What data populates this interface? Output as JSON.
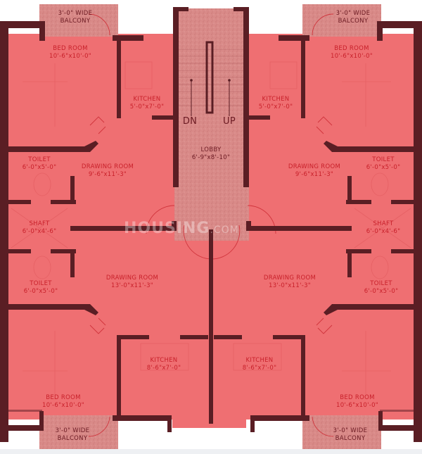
{
  "plan": {
    "colors": {
      "room_fill": "#ef6f72",
      "wall": "#5a1e24",
      "lobby_fill": "#d98a88",
      "text": "#c8202a",
      "background": "#ffffff"
    },
    "lobby": {
      "name": "LOBBY",
      "size": "6'-9\"x8'-10\""
    },
    "stairs": {
      "down_label": "DN",
      "up_label": "UP"
    },
    "watermark": {
      "text": "HOUSING",
      "suffix": ".COM"
    },
    "rooms": {
      "tl_balcony": {
        "line1": "3'-0\" WIDE",
        "line2": "BALCONY"
      },
      "tl_bedroom": {
        "name": "BED ROOM",
        "size": "10'-6\"x10'-0\""
      },
      "tl_kitchen": {
        "name": "KITCHEN",
        "size": "5'-0\"x7'-0\""
      },
      "tl_toilet": {
        "name": "TOILET",
        "size": "6'-0\"x5'-0\""
      },
      "tl_drawing": {
        "name": "DRAWING ROOM",
        "size": "9'-6\"x11'-3\""
      },
      "l_shaft": {
        "name": "SHAFT",
        "size": "6'-0\"x4'-6\""
      },
      "bl_toilet": {
        "name": "TOILET",
        "size": "6'-0\"x5'-0\""
      },
      "bl_drawing": {
        "name": "DRAWING ROOM",
        "size": "13'-0\"x11'-3\""
      },
      "bl_kitchen": {
        "name": "KITCHEN",
        "size": "8'-6\"x7'-0\""
      },
      "bl_bedroom": {
        "name": "BED ROOM",
        "size": "10'-6\"x10'-0\""
      },
      "bl_balcony": {
        "line1": "3'-0\" WIDE",
        "line2": "BALCONY"
      },
      "tr_balcony": {
        "line1": "3'-0\" WIDE",
        "line2": "BALCONY"
      },
      "tr_bedroom": {
        "name": "BED ROOM",
        "size": "10'-6\"x10'-0\""
      },
      "tr_kitchen": {
        "name": "KITCHEN",
        "size": "5'-0\"x7'-0\""
      },
      "tr_toilet": {
        "name": "TOILET",
        "size": "6'-0\"x5'-0\""
      },
      "tr_drawing": {
        "name": "DRAWING ROOM",
        "size": "9'-6\"x11'-3\""
      },
      "r_shaft": {
        "name": "SHAFT",
        "size": "6'-0\"x4'-6\""
      },
      "br_toilet": {
        "name": "TOILET",
        "size": "6'-0\"x5'-0\""
      },
      "br_drawing": {
        "name": "DRAWING ROOM",
        "size": "13'-0\"x11'-3\""
      },
      "br_kitchen": {
        "name": "KITCHEN",
        "size": "8'-6\"x7'-0\""
      },
      "br_bedroom": {
        "name": "BED ROOM",
        "size": "10'-6\"x10'-0\""
      },
      "br_balcony": {
        "line1": "3'-0\" WIDE",
        "line2": "BALCONY"
      }
    }
  }
}
